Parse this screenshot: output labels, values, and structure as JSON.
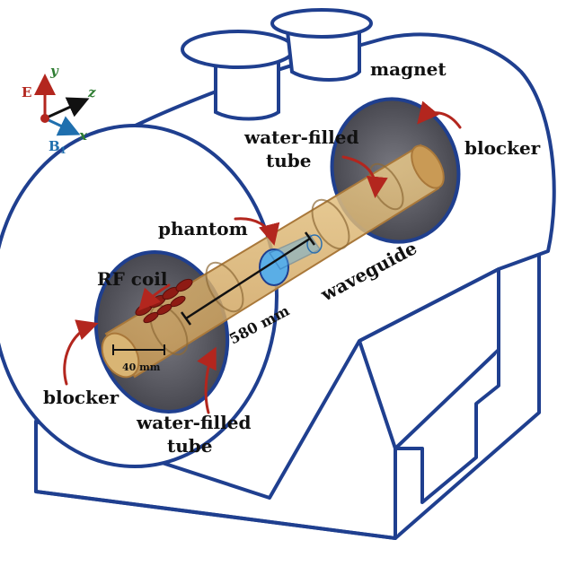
{
  "labels": {
    "magnet": "magnet",
    "blocker_right": "blocker",
    "blocker_left": "blocker",
    "water_tube_top_line1": "water-filled",
    "water_tube_top_line2": "tube",
    "water_tube_bottom_line1": "water-filled",
    "water_tube_bottom_line2": "tube",
    "phantom": "phantom",
    "rf_coil": "RF coil",
    "waveguide": "waveguide",
    "length": "580 mm",
    "diameter": "40 mm"
  },
  "axes": {
    "y": "y",
    "z": "z",
    "x": "x",
    "E": "E",
    "B1_main": "B",
    "B1_sub": "1"
  },
  "colors": {
    "outline": "#1f3f8f",
    "tube_fill": "#d9b574",
    "tube_edge": "#a9783a",
    "blocker_fill": "#55555e",
    "phantom_fill": "#5aaee6",
    "arrow_red": "#b3261e",
    "axis_y": "#b3261e",
    "axis_z": "#111111",
    "axis_x": "#1f6fae",
    "axis_label_green": "#2e7d32"
  }
}
